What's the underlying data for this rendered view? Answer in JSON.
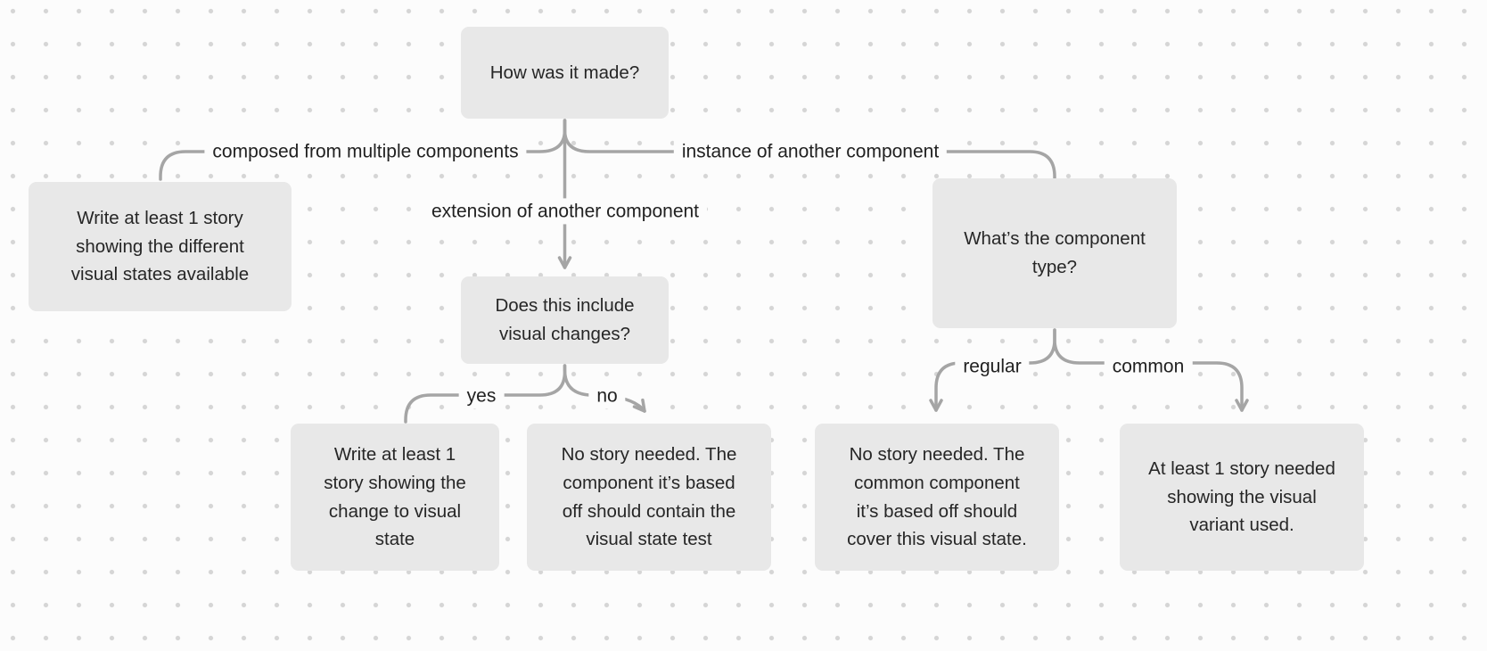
{
  "theme": {
    "canvas_bg": "#fcfcfc",
    "dot_color": "#d5d5d5",
    "node_bg": "#e8e8e8",
    "connector_color": "#a5a5a5",
    "text_color": "#262626"
  },
  "nodes": [
    {
      "id": "how-was-it-made",
      "text": "How was it made?"
    },
    {
      "id": "multiple-components-story",
      "text": "Write at least 1 story\nshowing the different\nvisual states available"
    },
    {
      "id": "visual-changes-question",
      "text": "Does this include\nvisual changes?"
    },
    {
      "id": "component-type-question",
      "text": "What’s the component\ntype?"
    },
    {
      "id": "visual-change-story",
      "text": "Write at least 1\nstory showing the\nchange to visual\nstate"
    },
    {
      "id": "no-story-extension",
      "text": "No story needed. The\ncomponent it’s based\noff should contain the\nvisual state test"
    },
    {
      "id": "no-story-common-component",
      "text": "No story needed. The\ncommon component\nit’s based off should\ncover this visual state."
    },
    {
      "id": "visual-variant-story",
      "text": "At least 1 story needed\nshowing the visual\nvariant used."
    }
  ],
  "edges": [
    {
      "from": "how-was-it-made",
      "to": "multiple-components-story",
      "label": "composed from multiple components"
    },
    {
      "from": "how-was-it-made",
      "to": "visual-changes-question",
      "label": "extension of another component"
    },
    {
      "from": "how-was-it-made",
      "to": "component-type-question",
      "label": "instance of another component"
    },
    {
      "from": "visual-changes-question",
      "to": "visual-change-story",
      "label": "yes"
    },
    {
      "from": "visual-changes-question",
      "to": "no-story-extension",
      "label": "no"
    },
    {
      "from": "component-type-question",
      "to": "no-story-common-component",
      "label": "regular"
    },
    {
      "from": "component-type-question",
      "to": "visual-variant-story",
      "label": "common"
    }
  ]
}
